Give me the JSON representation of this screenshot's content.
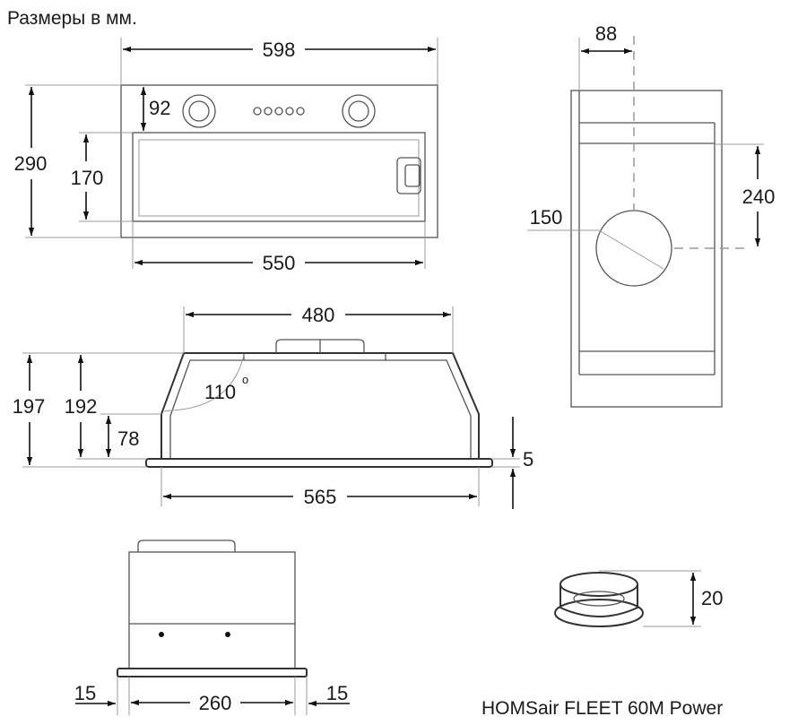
{
  "caption": "Размеры в мм.",
  "model_name": "HOMSair FLEET 60M Power",
  "front_view": {
    "width_total": "598",
    "height_total": "290",
    "panel_height": "92",
    "filter_height": "170",
    "filter_width": "550"
  },
  "side_view": {
    "duct_offset": "88",
    "duct_diameter": "150",
    "duct_height": "240"
  },
  "profile_view": {
    "top_width": "480",
    "angle_value": "110",
    "angle_unit": "o",
    "height_total": "197",
    "height_body": "192",
    "height_lower": "78",
    "base_thickness": "5",
    "base_width": "565"
  },
  "bottom_view": {
    "left_margin": "15",
    "center_width": "260",
    "right_margin": "15"
  },
  "adapter": {
    "height": "20"
  }
}
